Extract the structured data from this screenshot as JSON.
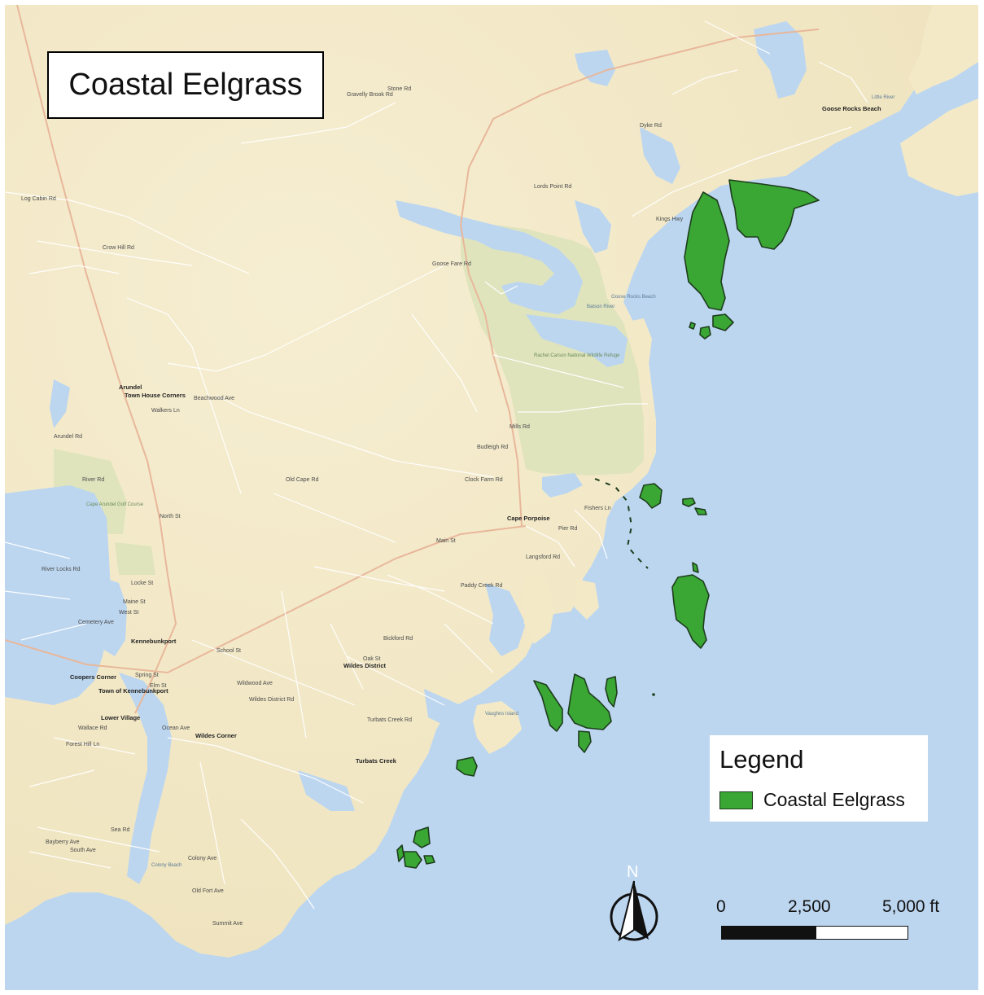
{
  "title": "Coastal Eelgrass",
  "legend": {
    "title": "Legend",
    "item_label": "Coastal Eelgrass",
    "swatch_color": "#3aa735"
  },
  "north_arrow": {
    "label": "N"
  },
  "scale_bar": {
    "labels": [
      "0",
      "2,500",
      "5,000 ft"
    ]
  },
  "colors": {
    "land": "#f3e9c6",
    "water": "#bcd6f0",
    "park": "#dfe4bd",
    "road": "#ffffff",
    "highway": "#e8b79a",
    "eelgrass": "#3aa735",
    "eelgrass_outline": "#1e3d1c"
  },
  "place_labels": {
    "arundel": "Arundel",
    "town_house_corners": "Town House Corners",
    "kennebunkport": "Kennebunkport",
    "coopers_corner": "Coopers Corner",
    "town_of_kennebunkport": "Town of Kennebunkport",
    "lower_village": "Lower Village",
    "wildes_corner": "Wildes Corner",
    "wildes_district": "Wildes District",
    "turbats_creek": "Turbats Creek",
    "cape_porpoise": "Cape Porpoise",
    "goose_rocks_beach": "Goose Rocks Beach",
    "vaughns_island": "Vaughns Island",
    "batson_river": "Batson River",
    "little_river": "Little River",
    "rachel_carson": "Rachel Carson National Wildlife Refuge",
    "cape_arundel_golf": "Cape Arundel Golf Course",
    "colony_beach": "Colony Beach",
    "goose_rocks": "Goose Rocks Beach"
  },
  "road_labels": {
    "log_cabin": "Log Cabin Rd",
    "main_st": "Main St",
    "school_st": "School St",
    "north_st": "North St",
    "arundel_rd": "Arundel Rd",
    "river_rd": "River Rd",
    "mills_rd": "Mills Rd",
    "old_cape_rd": "Old Cape Rd",
    "ocean_ave": "Ocean Ave",
    "pier_rd": "Pier Rd",
    "wildes_rd": "Wildes District Rd",
    "kings_hwy": "Kings Hwy",
    "dyke_rd": "Dyke Rd",
    "beachwood": "Beachwood Ave",
    "river_locks": "River Locks Rd",
    "crow_hill": "Crow Hill Rd",
    "gravelly": "Gravelly Brook Rd",
    "stone_rd": "Stone Rd",
    "goose_fare": "Goose Fare Rd",
    "langsford": "Langsford Rd",
    "clock_farm": "Clock Farm Rd",
    "paddy_creek": "Paddy Creek Rd",
    "turbats_rd": "Turbats Creek Rd",
    "walkers_ln": "Walkers Ln",
    "west_st": "West St",
    "maine_st": "Maine St",
    "locke_st": "Locke St",
    "cemetery": "Cemetery Ave",
    "fishers_ln": "Fishers Ln",
    "wallace_rd": "Wallace Rd",
    "forest_hill": "Forest Hill Ln",
    "bayberry": "Bayberry Ave",
    "south_ave": "South Ave",
    "colony_ave": "Colony Ave",
    "old_fort": "Old Fort Ave",
    "summit_ave": "Summit Ave",
    "sea_rd": "Sea Rd",
    "wildwood": "Wildwood Ave",
    "oak_st": "Oak St",
    "spring_st": "Spring St",
    "elm_st": "Elm St",
    "lords_point": "Lords Point Rd",
    "budleigh": "Budleigh Rd",
    "bickford": "Bickford Rd"
  }
}
